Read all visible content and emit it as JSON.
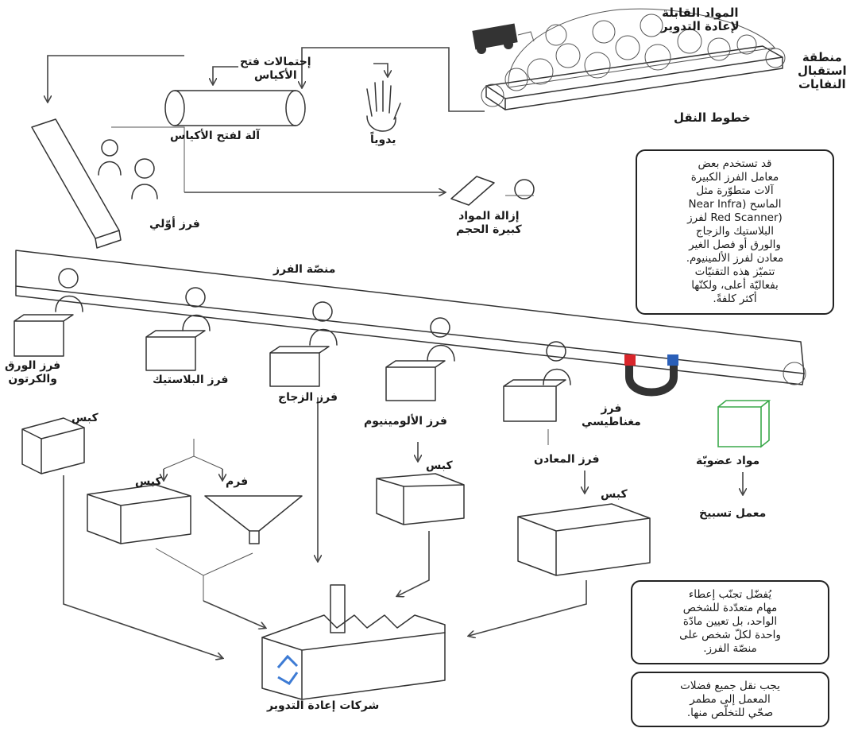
{
  "labels": {
    "recyclables": "المواد القابلة\nلإعادة التدوير",
    "reception": "منطقة\nاستقبال\nالنفايات",
    "conveyor_lines": "خطوط النقل",
    "bag_opening": "إحتمالات فتح\nالأكياس",
    "bag_machine": "آلة لفتح الأكياس",
    "manual": "يدوياً",
    "primary_sort": "فرز أوّلي",
    "bulky_removal": "إزالة المواد\nكبيرة الحجم",
    "sorting_platform": "منصّة الفرز",
    "paper_sort": "فرز الورق\nوالكرتون",
    "plastic_sort": "فرز البلاستيك",
    "glass_sort": "فرز الزجاج",
    "aluminum_sort": "فرز الألومينيوم",
    "magnetic_sort": "فرز\nمغناطيسي",
    "organic": "مواد عضويّة",
    "metals_sort": "فرز المعادن",
    "press_paper": "كبس",
    "press_plastic": "كبس",
    "shredder": "فرم",
    "press_aluminum": "كبس",
    "press_metals": "كبس",
    "composting": "معمل تسبيخ",
    "recycling_companies": "شركات إعادة التدوير"
  },
  "notes": {
    "scanner": "قد تستخدم بعض\nمعامل الفرز الكبيرة\nآلات متطوّرة مثل\nالماسح (Near Infra\n(Red Scanner لفرز\nالبلاستيك والزجاج\nوالورق أو فصل الغير\nمعادن لفرز الألمينيوم.\nتتميّز هذه التقنيّات\nبفعاليّة أعلى، ولكنّها\nأكثر كلفةً.",
    "one_material": "يُفضّل تجنّب إعطاء\nمهام متعدّدة للشخص\nالواحد، بل تعيين مادّة\nواحدة لكلّ شخص على\nمنصّة الفرز.",
    "landfill": "يجب نقل جميع فضلات\nالمعمل إلى مطمر\nصحّي للتخلّص منها."
  },
  "colors": {
    "ink": "#333333",
    "magnet_red": "#d9262b",
    "magnet_blue": "#2a5fb8",
    "organic_green": "#3aa84a",
    "recycle_blue": "#3d7bd4"
  }
}
